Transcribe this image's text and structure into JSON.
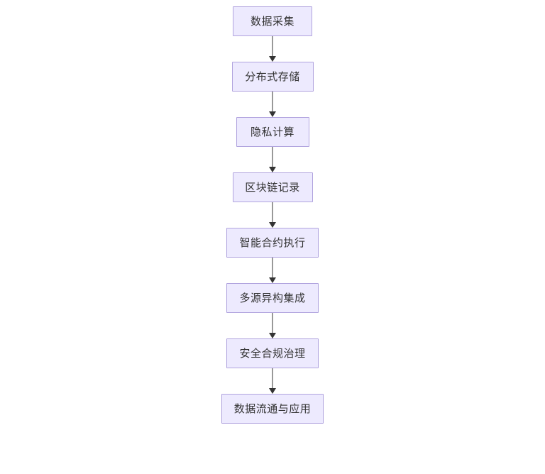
{
  "diagram": {
    "type": "flowchart",
    "orientation": "top-to-bottom",
    "background_color": "#FFFFFF",
    "node_style": {
      "fill_color": "#EDEAFE",
      "border_color": "#B0A3DE",
      "text_color": "#333333"
    },
    "edge_style": {
      "line_color": "#999999",
      "arrowhead_color": "#333333"
    },
    "nodes": [
      {
        "id": "n1",
        "label": "数据采集",
        "width": 112
      },
      {
        "id": "n2",
        "label": "分布式存储",
        "width": 115
      },
      {
        "id": "n3",
        "label": "隐私计算",
        "width": 103
      },
      {
        "id": "n4",
        "label": "区块链记录",
        "width": 113
      },
      {
        "id": "n5",
        "label": "智能合约执行",
        "width": 130
      },
      {
        "id": "n6",
        "label": "多源异构集成",
        "width": 130
      },
      {
        "id": "n7",
        "label": "安全合规治理",
        "width": 130
      },
      {
        "id": "n8",
        "label": "数据流通与应用",
        "width": 144
      }
    ],
    "edges": [
      {
        "from": "n1",
        "to": "n2",
        "label": ""
      },
      {
        "from": "n2",
        "to": "n3",
        "label": ""
      },
      {
        "from": "n3",
        "to": "n4",
        "label": ""
      },
      {
        "from": "n4",
        "to": "n5",
        "label": ""
      },
      {
        "from": "n5",
        "to": "n6",
        "label": ""
      },
      {
        "from": "n6",
        "to": "n7",
        "label": ""
      },
      {
        "from": "n7",
        "to": "n8",
        "label": ""
      }
    ]
  }
}
